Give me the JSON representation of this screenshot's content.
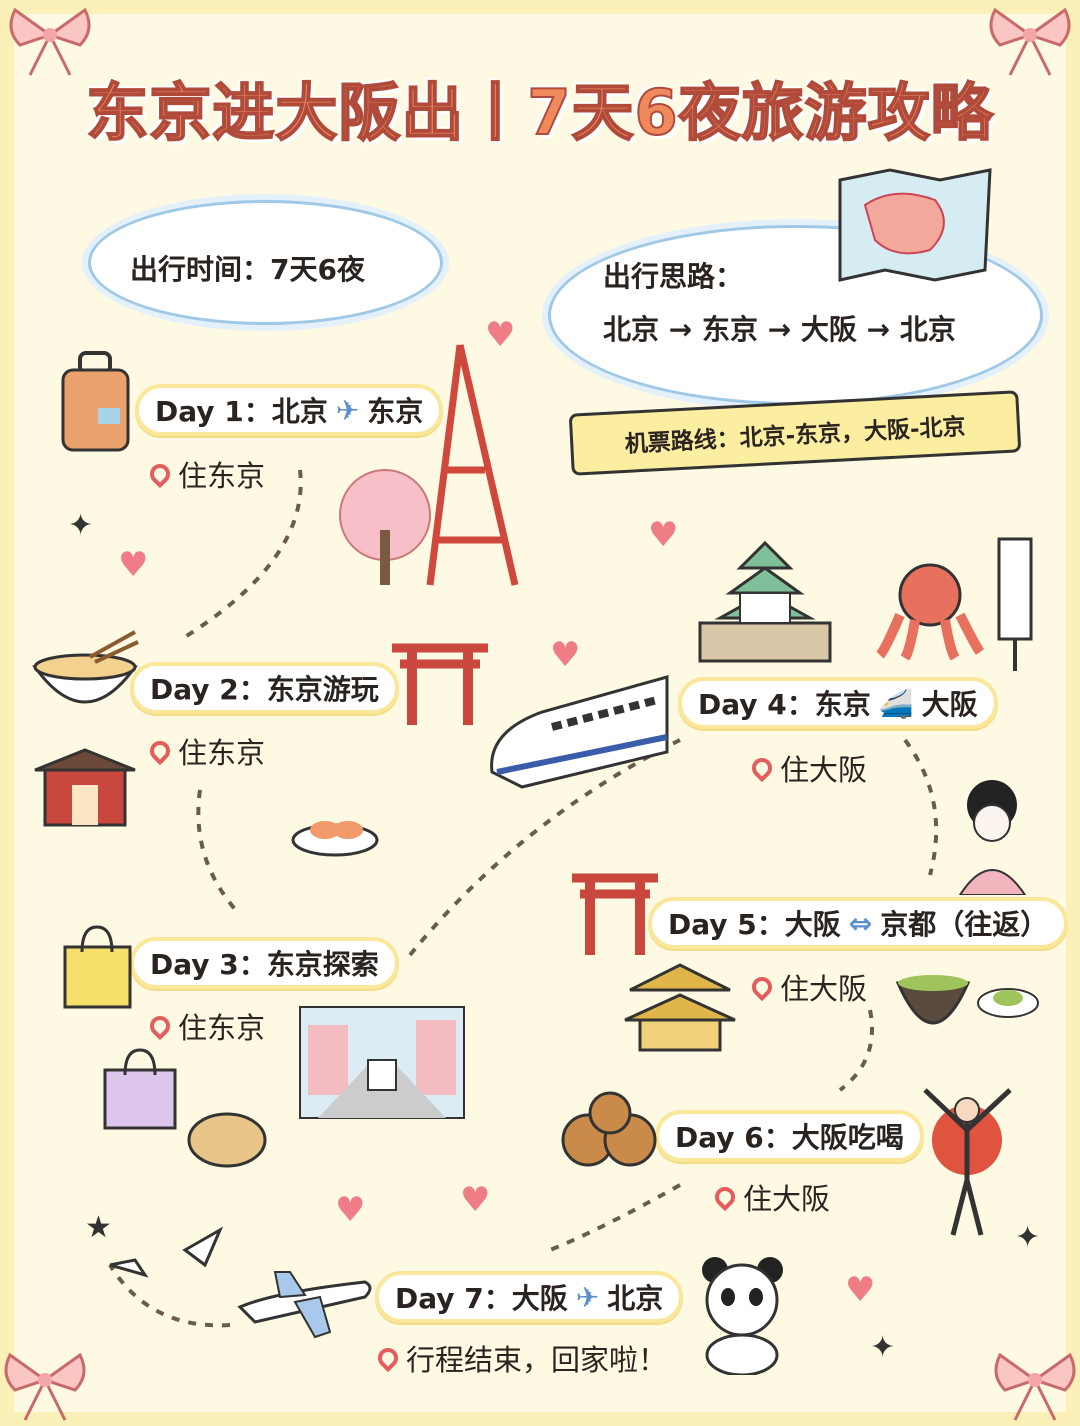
{
  "title": "东京进大阪出丨7天6夜旅游攻略",
  "trip_time": {
    "label": "出行时间：7天6夜"
  },
  "route": {
    "label": "出行思路：",
    "path": "北京 → 东京 → 大阪 → 北京"
  },
  "flight_banner": "机票路线：北京-东京，大阪-北京",
  "days": [
    {
      "label": "Day 1：北京",
      "to": "东京",
      "transport_icon": "airplane-icon",
      "stay": "住东京"
    },
    {
      "label": "Day 2：东京游玩",
      "stay": "住东京"
    },
    {
      "label": "Day 3：东京探索",
      "stay": "住东京"
    },
    {
      "label": "Day 4：东京",
      "to": "大阪",
      "transport_icon": "shinkansen-icon",
      "stay": "住大阪"
    },
    {
      "label": "Day 5：大阪",
      "to": "京都（往返）",
      "transport_icon": "round-trip-arrow-icon",
      "stay": "住大阪"
    },
    {
      "label": "Day 6：大阪吃喝",
      "stay": "住大阪"
    },
    {
      "label": "Day 7：大阪",
      "to": "北京",
      "transport_icon": "airplane-icon",
      "stay": "行程结束，回家啦！"
    }
  ],
  "colors": {
    "background": "#fdf9e3",
    "title": "#f08a5d",
    "pill_border": "#fae79a",
    "pin": "#e45c5c",
    "cloud_border": "#9fc9e6",
    "heart": "#f07c86"
  }
}
